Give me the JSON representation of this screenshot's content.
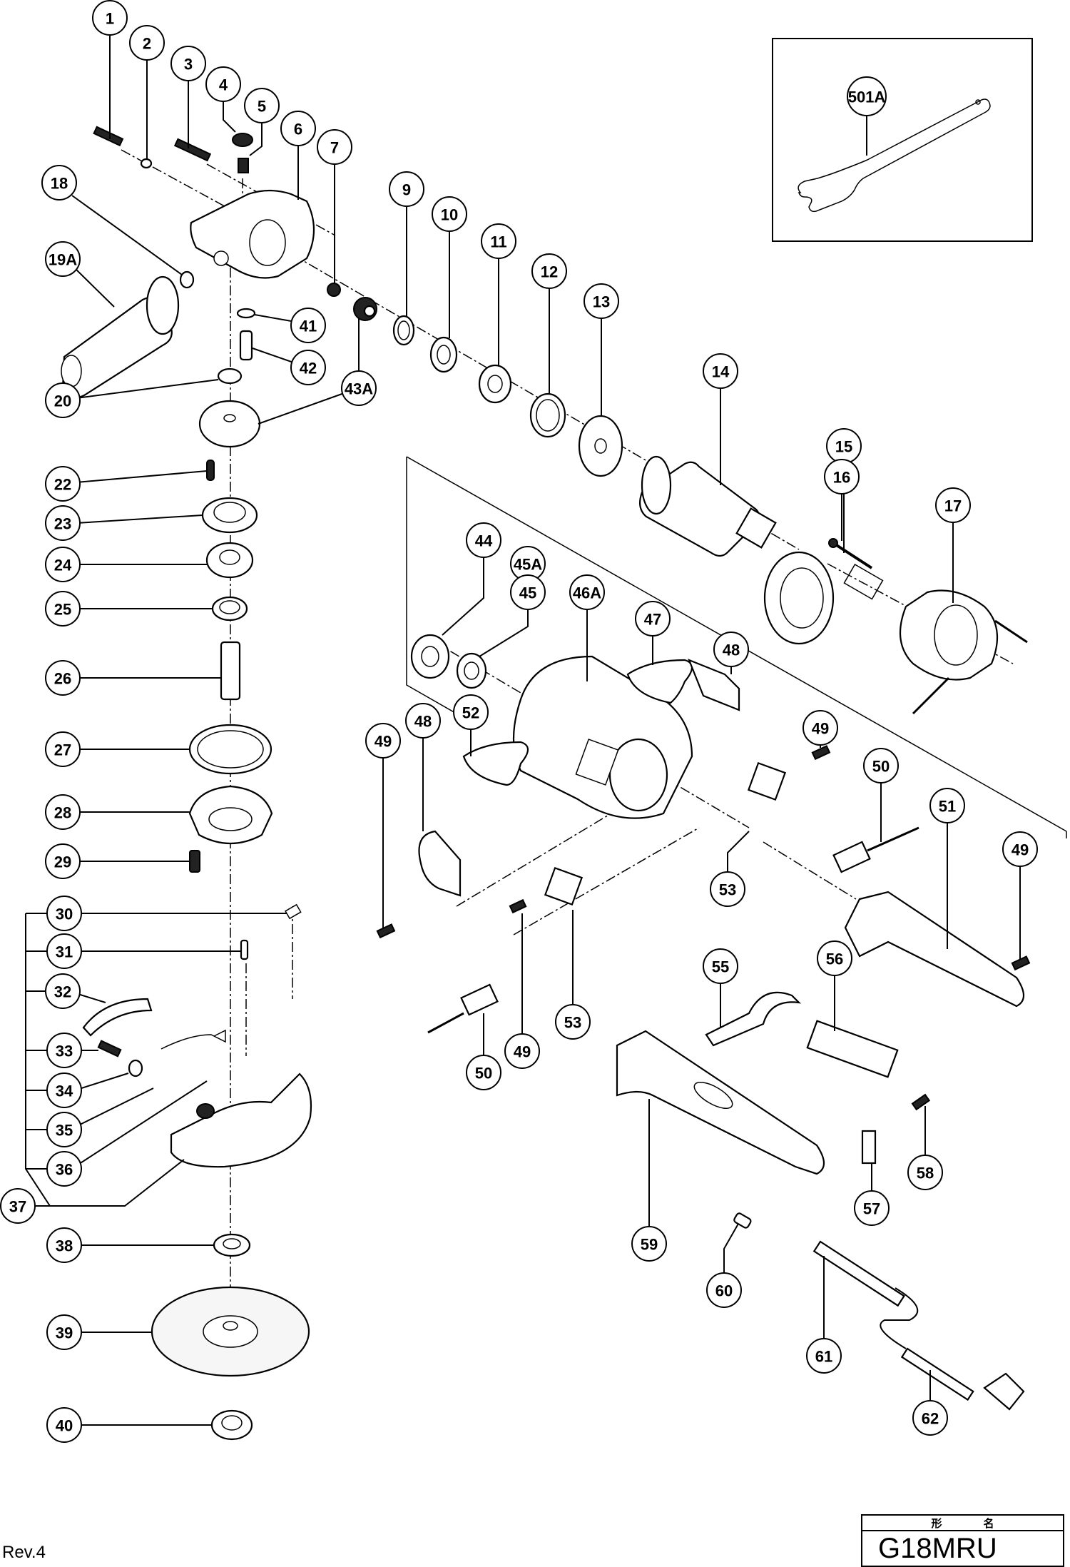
{
  "document": {
    "type": "exploded parts diagram",
    "revision": "Rev.4",
    "title_block": {
      "header_chars": [
        "形",
        "名"
      ],
      "model": "G18MRU"
    },
    "accessory_box": {
      "parts": [
        "501A"
      ]
    }
  },
  "callouts": [
    {
      "id": "1"
    },
    {
      "id": "2"
    },
    {
      "id": "3"
    },
    {
      "id": "4"
    },
    {
      "id": "5"
    },
    {
      "id": "6"
    },
    {
      "id": "7"
    },
    {
      "id": "9"
    },
    {
      "id": "10"
    },
    {
      "id": "11"
    },
    {
      "id": "12"
    },
    {
      "id": "13"
    },
    {
      "id": "14"
    },
    {
      "id": "15"
    },
    {
      "id": "16"
    },
    {
      "id": "17"
    },
    {
      "id": "18"
    },
    {
      "id": "19A"
    },
    {
      "id": "20"
    },
    {
      "id": "22"
    },
    {
      "id": "23"
    },
    {
      "id": "24"
    },
    {
      "id": "25"
    },
    {
      "id": "26"
    },
    {
      "id": "27"
    },
    {
      "id": "28"
    },
    {
      "id": "29"
    },
    {
      "id": "30"
    },
    {
      "id": "31"
    },
    {
      "id": "32"
    },
    {
      "id": "33"
    },
    {
      "id": "34"
    },
    {
      "id": "35"
    },
    {
      "id": "36"
    },
    {
      "id": "37"
    },
    {
      "id": "38"
    },
    {
      "id": "39"
    },
    {
      "id": "40"
    },
    {
      "id": "41"
    },
    {
      "id": "42"
    },
    {
      "id": "43A"
    },
    {
      "id": "44"
    },
    {
      "id": "45A"
    },
    {
      "id": "45"
    },
    {
      "id": "46A"
    },
    {
      "id": "47"
    },
    {
      "id": "48"
    },
    {
      "id": "48"
    },
    {
      "id": "49"
    },
    {
      "id": "52"
    },
    {
      "id": "49"
    },
    {
      "id": "50"
    },
    {
      "id": "51"
    },
    {
      "id": "49"
    },
    {
      "id": "53"
    },
    {
      "id": "53"
    },
    {
      "id": "49"
    },
    {
      "id": "50"
    },
    {
      "id": "55"
    },
    {
      "id": "56"
    },
    {
      "id": "58"
    },
    {
      "id": "57"
    },
    {
      "id": "59"
    },
    {
      "id": "60"
    },
    {
      "id": "61"
    },
    {
      "id": "62"
    },
    {
      "id": "501A"
    }
  ]
}
